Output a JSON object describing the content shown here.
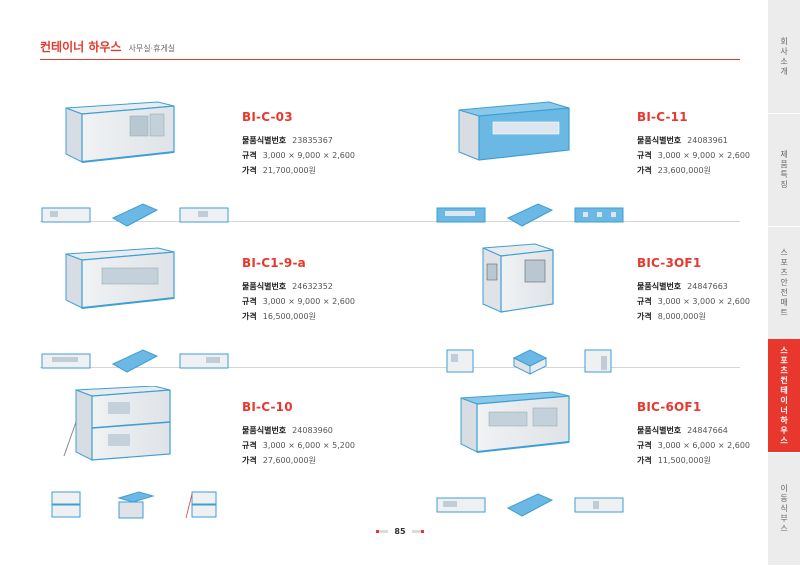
{
  "header": {
    "title": "컨테이너 하우스",
    "subtitle": "사무실·휴게실"
  },
  "labels": {
    "id": "물품식별번호",
    "spec": "규격",
    "price": "가격"
  },
  "products": [
    {
      "code": "BI-C-03",
      "id": "23835367",
      "spec": "3,000 × 9,000 × 2,600",
      "price": "21,700,000원"
    },
    {
      "code": "BI-C-11",
      "id": "24083961",
      "spec": "3,000 × 9,000 × 2,600",
      "price": "23,600,000원"
    },
    {
      "code": "BI-C1-9-a",
      "id": "24632352",
      "spec": "3,000 × 9,000 × 2,600",
      "price": "16,500,000원"
    },
    {
      "code": "BIC-3OF1",
      "id": "24847663",
      "spec": "3,000 × 3,000 × 2,600",
      "price": "8,000,000원"
    },
    {
      "code": "BI-C-10",
      "id": "24083960",
      "spec": "3,000 × 6,000 × 5,200",
      "price": "27,600,000원"
    },
    {
      "code": "BIC-6OF1",
      "id": "24847664",
      "spec": "3,000 × 6,000 × 2,600",
      "price": "11,500,000원"
    }
  ],
  "page_number": "85",
  "sidebar": {
    "tabs": [
      {
        "label": "회사소개"
      },
      {
        "label": "제품특징"
      },
      {
        "label": "스포츠안전매트"
      },
      {
        "label": "스포츠컨테이너하우스"
      },
      {
        "label": "이동식부스"
      }
    ]
  },
  "colors": {
    "accent": "#e8382d",
    "container_trim": "#3d9fd4",
    "container_blue": "#6cb8e4",
    "sidebar_bg": "#ececec"
  }
}
